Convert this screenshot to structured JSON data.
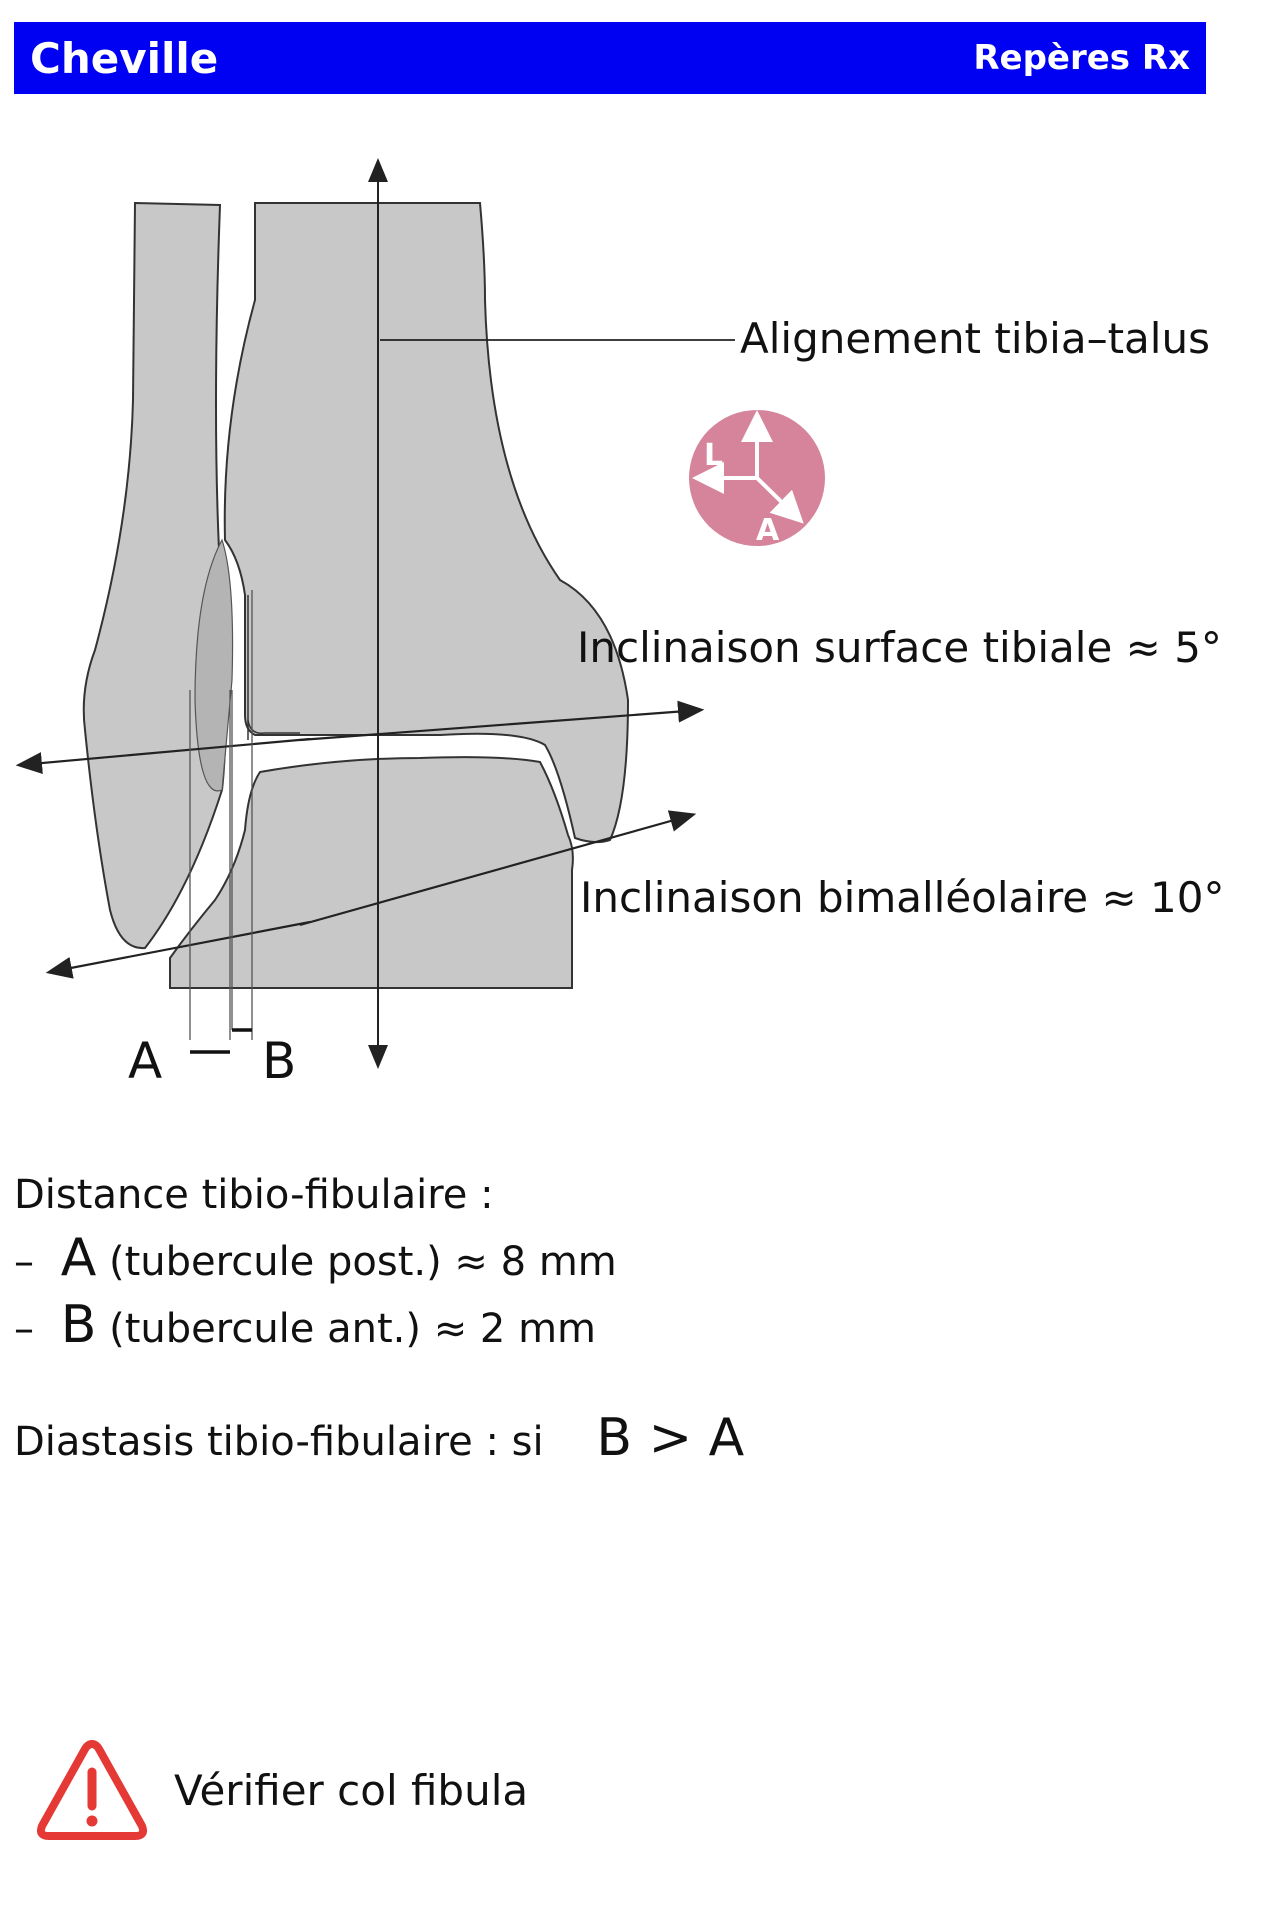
{
  "header": {
    "title": "Cheville",
    "right_label": "Repères Rx"
  },
  "diagram": {
    "labels": {
      "alignment": "Alignement tibia–talus",
      "tibial_inclination": "Inclinaison surface tibiale ≈ 5°",
      "bimalleolar_inclination": "Inclinaison bimalléolaire ≈ 10°",
      "point_a": "A",
      "point_b": "B"
    },
    "orientation_badge": {
      "label_l": "L",
      "label_a": "A",
      "color": "#d5849c"
    },
    "bone_color": "#c8c8c8"
  },
  "measurements": {
    "heading": "Distance tibio-fibulaire :",
    "items": [
      {
        "bullet": "–",
        "letter": "A",
        "text": "(tubercule post.) ≈ 8 mm"
      },
      {
        "bullet": "–",
        "letter": "B",
        "text": "(tubercule ant.) ≈ 2 mm"
      }
    ]
  },
  "diastasis": {
    "text": "Diastasis tibio-fibulaire : si",
    "formula": "B > A"
  },
  "warning": {
    "icon": "warning-triangle-icon",
    "text": "Vérifier col fibula",
    "color": "#e53935"
  }
}
